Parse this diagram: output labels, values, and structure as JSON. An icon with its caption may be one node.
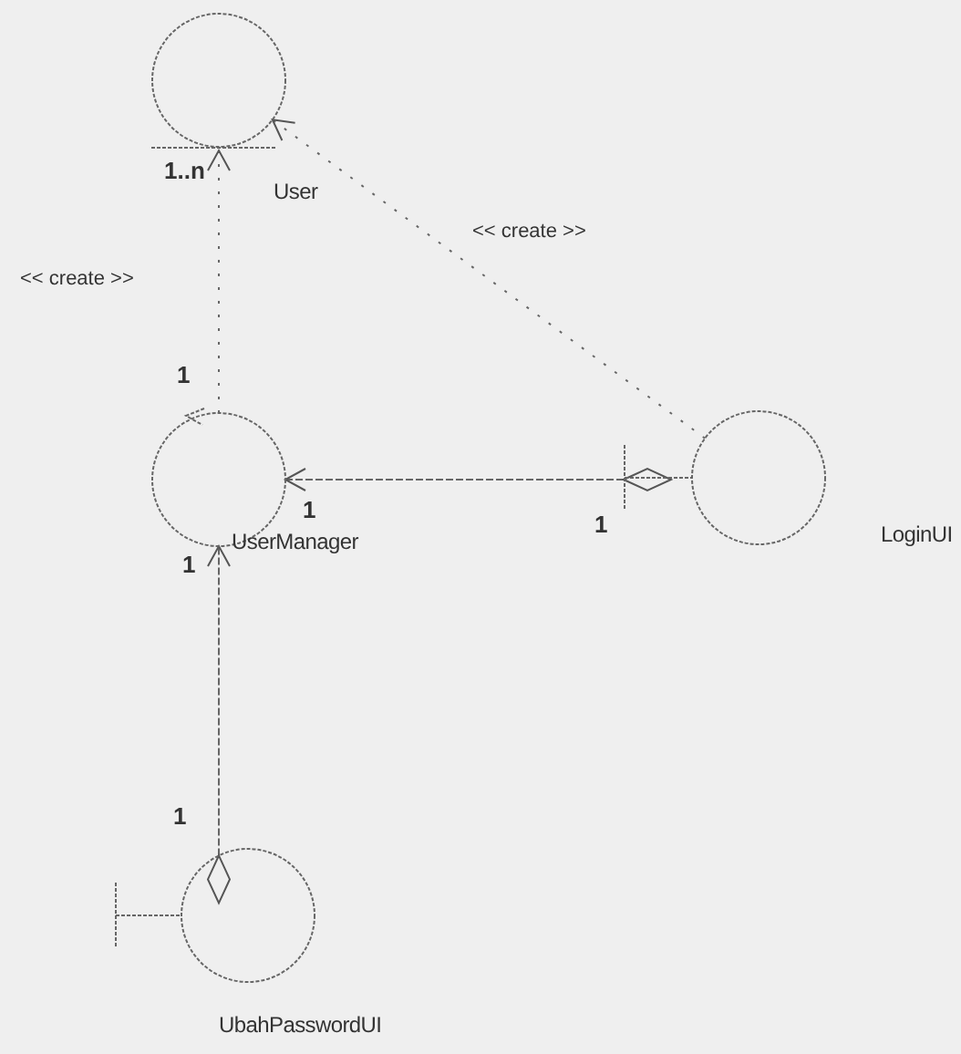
{
  "diagram": {
    "nodes": [
      {
        "text": [
          "User"
        ]
      },
      {
        "text": [
          "UserManager"
        ]
      },
      {
        "text": [
          "LoginUI"
        ]
      },
      {
        "text": [
          "UbahPasswordUI"
        ]
      }
    ],
    "edges": [
      {
        "from": 1,
        "to": 0,
        "arrow": "to",
        "label": "<< create >>",
        "style": "dashed"
      },
      {
        "from": 2,
        "to": 0,
        "arrow": "to",
        "label": "<< create >>",
        "style": "dashed"
      },
      {
        "from": 2,
        "to": 1,
        "arrow": "to"
      },
      {
        "from": 3,
        "to": 1,
        "arrow": "to"
      }
    ],
    "labels": [
      "1..n",
      "1",
      "1",
      "1",
      "1",
      "1"
    ]
  }
}
